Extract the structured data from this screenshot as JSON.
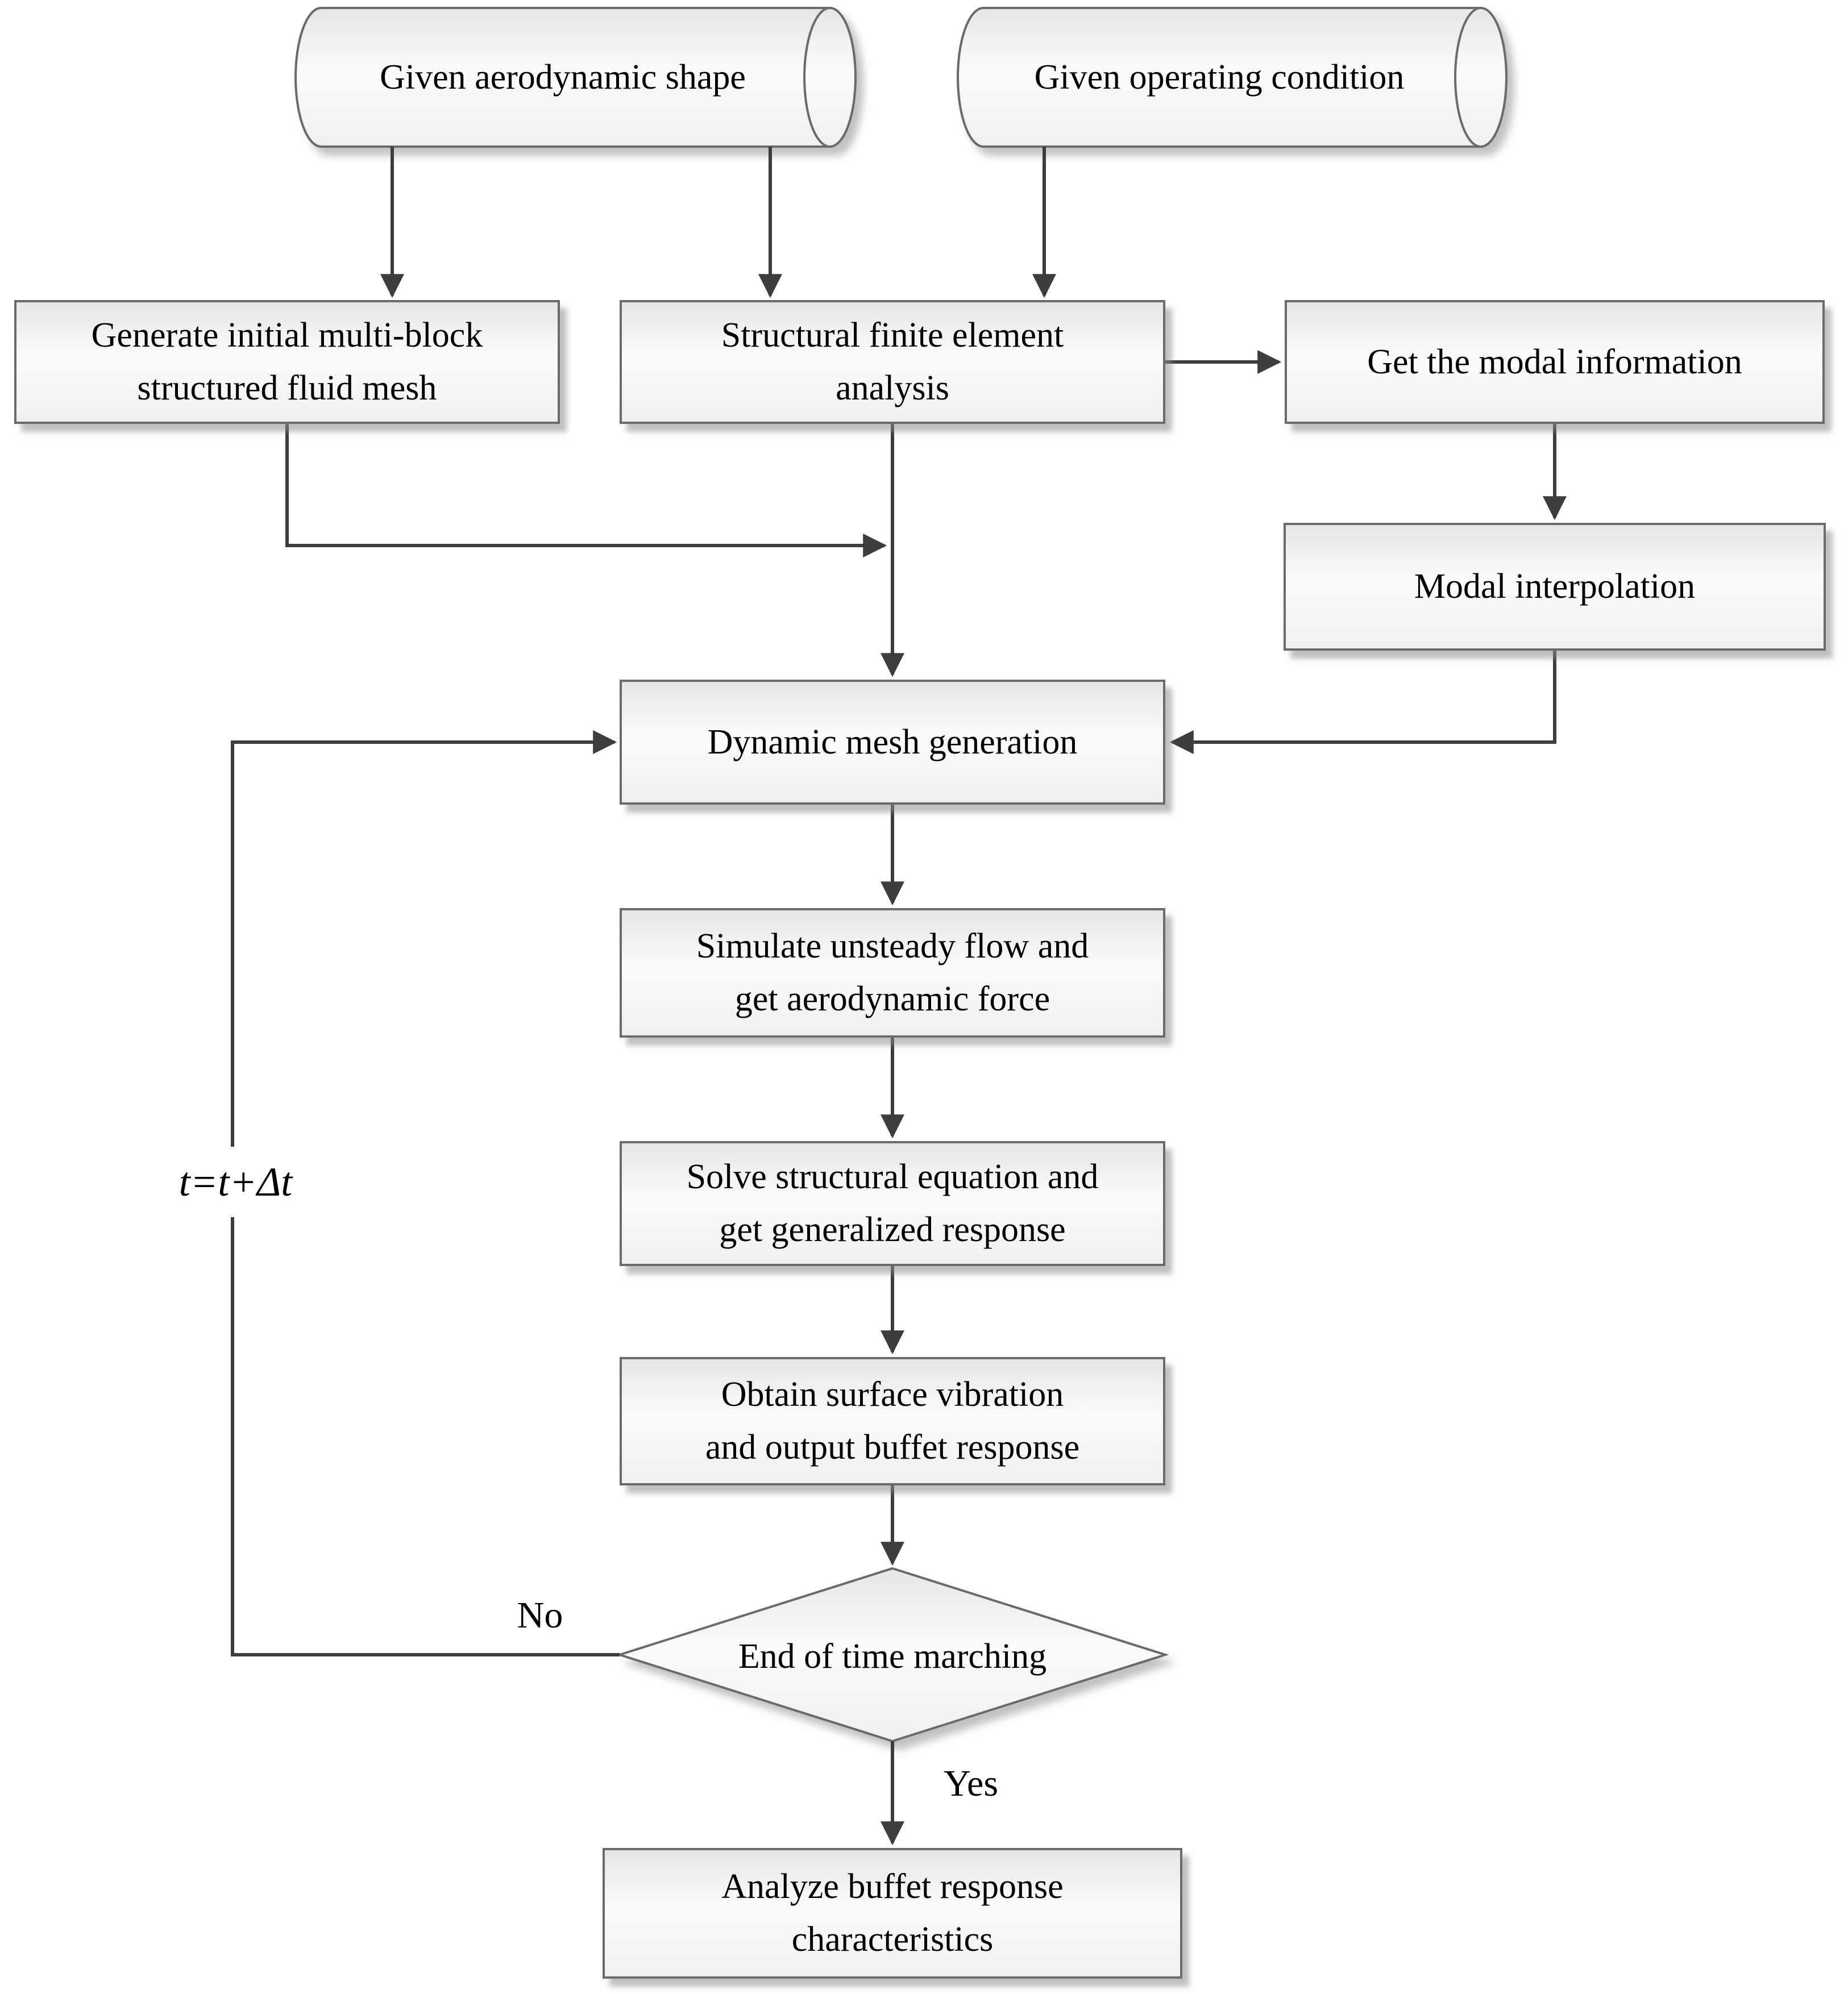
{
  "flowchart": {
    "nodes": {
      "given_aerodynamic_shape": {
        "label": "Given aerodynamic shape",
        "shape": "cylinder"
      },
      "given_operating_condition": {
        "label": "Given operating condition",
        "shape": "cylinder"
      },
      "generate_fluid_mesh": {
        "label": "Generate initial multi-block\nstructured fluid mesh",
        "shape": "process"
      },
      "structural_fea": {
        "label": "Structural finite element\nanalysis",
        "shape": "process"
      },
      "get_modal_information": {
        "label": "Get the modal information",
        "shape": "process"
      },
      "modal_interpolation": {
        "label": "Modal interpolation",
        "shape": "process"
      },
      "dynamic_mesh_generation": {
        "label": "Dynamic mesh generation",
        "shape": "process"
      },
      "simulate_unsteady_flow": {
        "label": "Simulate unsteady flow and\nget aerodynamic force",
        "shape": "process"
      },
      "solve_structural_equation": {
        "label": "Solve structural equation and\nget generalized response",
        "shape": "process"
      },
      "obtain_surface_vibration": {
        "label": "Obtain surface vibration\nand output buffet response",
        "shape": "process"
      },
      "end_of_time_marching": {
        "label": "End of time marching",
        "shape": "decision"
      },
      "analyze_buffet_response": {
        "label": "Analyze buffet response\ncharacteristics",
        "shape": "process"
      }
    },
    "edge_labels": {
      "no": "No",
      "yes": "Yes",
      "time_increment": "t=t+Δt"
    },
    "colors": {
      "background": "#ffffff",
      "connector_line": "#3d3d3d",
      "shape_border": "#6b6b6b",
      "shape_fill_top": "#e6e6e6",
      "shape_fill_mid": "#fbfbfb",
      "shape_fill_bottom": "#f0f0f0",
      "text": "#000000"
    }
  }
}
